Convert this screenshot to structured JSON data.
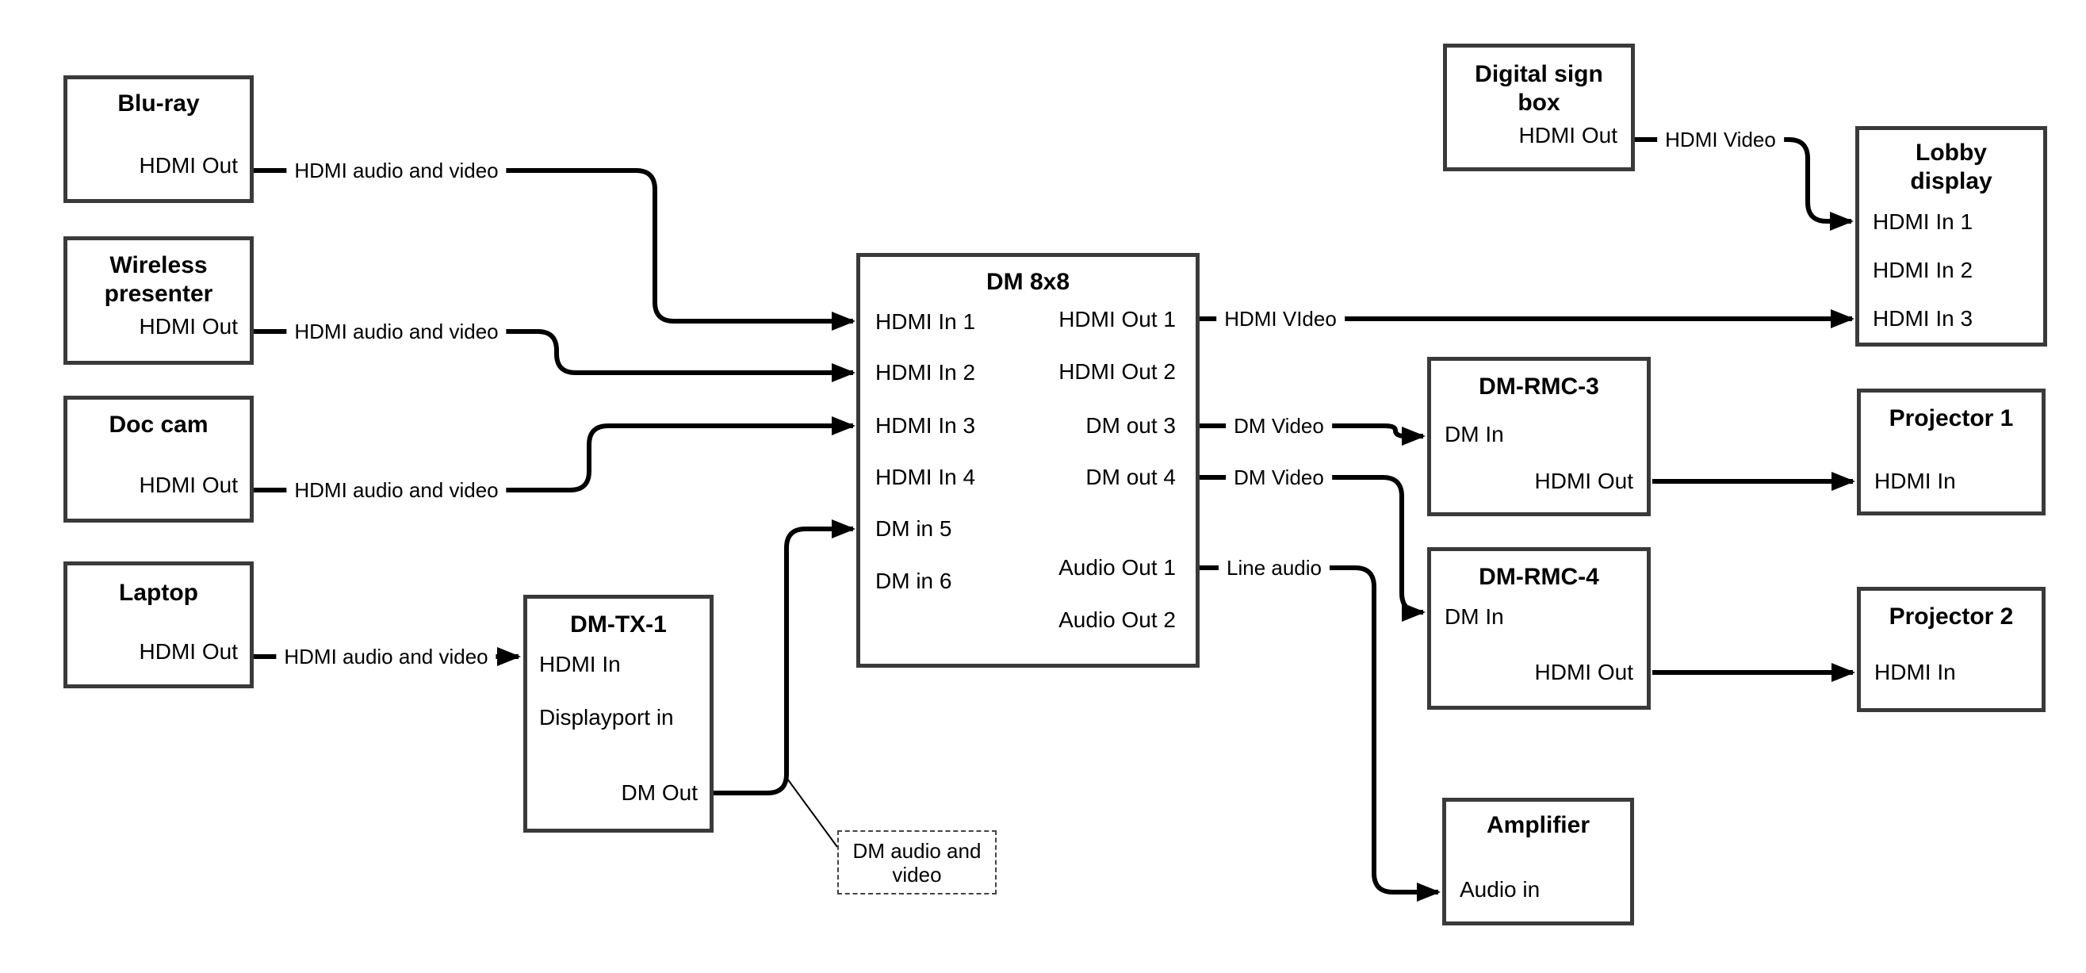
{
  "diagram_type": "av-signal-flow-diagram",
  "colors": {
    "background": "#ffffff",
    "wire": "#000000",
    "box_border": "#3a3a3a",
    "text": "#000000"
  },
  "nodes": {
    "bluray": {
      "title": "Blu-ray",
      "ports": {
        "hdmi_out": "HDMI Out"
      }
    },
    "wireless": {
      "title": "Wireless\npresenter",
      "ports": {
        "hdmi_out": "HDMI Out"
      }
    },
    "doccam": {
      "title": "Doc cam",
      "ports": {
        "hdmi_out": "HDMI Out"
      }
    },
    "laptop": {
      "title": "Laptop",
      "ports": {
        "hdmi_out": "HDMI Out"
      }
    },
    "dmtx1": {
      "title": "DM-TX-1",
      "ports": {
        "hdmi_in": "HDMI In",
        "displayport_in": "Displayport in",
        "dm_out": "DM Out"
      }
    },
    "dm8x8": {
      "title": "DM 8x8",
      "ports": {
        "in1": "HDMI In 1",
        "in2": "HDMI In 2",
        "in3": "HDMI In 3",
        "in4": "HDMI In 4",
        "in5": "DM in 5",
        "in6": "DM in 6",
        "out1": "HDMI Out 1",
        "out2": "HDMI Out 2",
        "out3": "DM out 3",
        "out4": "DM out 4",
        "aout1": "Audio Out 1",
        "aout2": "Audio Out 2"
      }
    },
    "digitalsign": {
      "title": "Digital sign\nbox",
      "ports": {
        "hdmi_out": "HDMI Out"
      }
    },
    "lobby": {
      "title": "Lobby\ndisplay",
      "ports": {
        "in1": "HDMI In 1",
        "in2": "HDMI In 2",
        "in3": "HDMI In 3"
      }
    },
    "dmrmc3": {
      "title": "DM-RMC-3",
      "ports": {
        "dm_in": "DM In",
        "hdmi_out": "HDMI Out"
      }
    },
    "proj1": {
      "title": "Projector 1",
      "ports": {
        "hdmi_in": "HDMI In"
      }
    },
    "dmrmc4": {
      "title": "DM-RMC-4",
      "ports": {
        "dm_in": "DM In",
        "hdmi_out": "HDMI Out"
      }
    },
    "proj2": {
      "title": "Projector 2",
      "ports": {
        "hdmi_in": "HDMI In"
      }
    },
    "amplifier": {
      "title": "Amplifier",
      "ports": {
        "audio_in": "Audio in"
      }
    }
  },
  "wire_labels": {
    "w1": "HDMI audio and video",
    "w2": "HDMI audio and video",
    "w3": "HDMI audio and video",
    "w4": "HDMI audio and video",
    "w5": "HDMI VIdeo",
    "w6": "DM Video",
    "w7": "DM Video",
    "w8": "Line audio",
    "w9": "HDMI Video"
  },
  "note": {
    "text": "DM audio and\nvideo"
  }
}
